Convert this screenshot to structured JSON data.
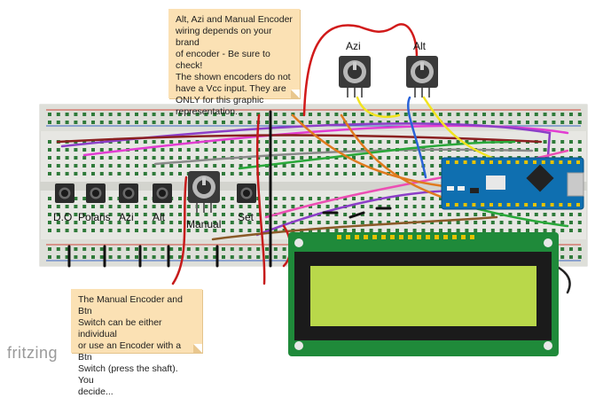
{
  "note_top": {
    "lines": [
      "Alt, Azi and Manual Encoder",
      "wiring depends on your brand",
      "of encoder - Be sure to check!",
      "The shown encoders do not",
      "have a Vcc input. They are",
      "ONLY for this graphic",
      "representation..."
    ]
  },
  "note_bottom": {
    "lines": [
      "The Manual Encoder and Btn",
      "Switch can be either individual",
      "or use an Encoder with a Btn",
      "Switch (press the shaft). You",
      "decide..."
    ]
  },
  "buttons": [
    {
      "label": "D.O"
    },
    {
      "label": "Polaris"
    },
    {
      "label": "Azi"
    },
    {
      "label": "Alt"
    },
    {
      "label": "Set"
    }
  ],
  "encoders": {
    "azi": "Azi",
    "alt": "Alt",
    "manual": "Manual"
  },
  "watermark": "fritzing",
  "colors": {
    "breadboard": "#e6e6e2",
    "hole": "#2f7a3a",
    "note": "#fbe1b4",
    "arduino": "#0f6fb0",
    "lcd_board": "#1f8a3a",
    "lcd_screen": "#b9d84a"
  }
}
